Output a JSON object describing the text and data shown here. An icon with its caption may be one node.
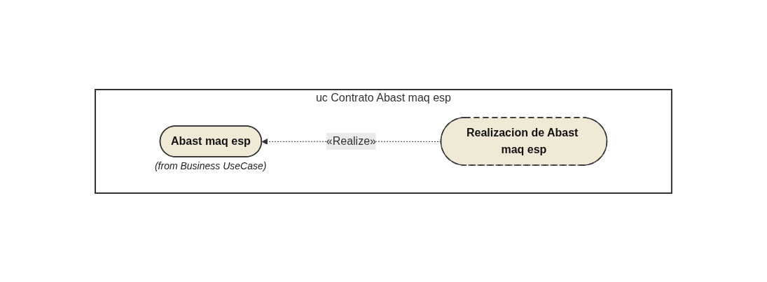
{
  "diagram": {
    "nodes": [
      {
        "text": [
          "uc Contrato Abast maq esp"
        ]
      },
      {
        "text": [
          "Abast maq esp"
        ],
        "in": 0,
        "beside": [
          "(from Business UseCase)"
        ]
      },
      {
        "text": [
          "Realizacion de Abast maq esp"
        ],
        "in": 0
      }
    ],
    "edges": [
      {
        "from": 2,
        "to": 1,
        "arrow": "to",
        "style": "dashed",
        "label": "«Realize»"
      }
    ]
  }
}
